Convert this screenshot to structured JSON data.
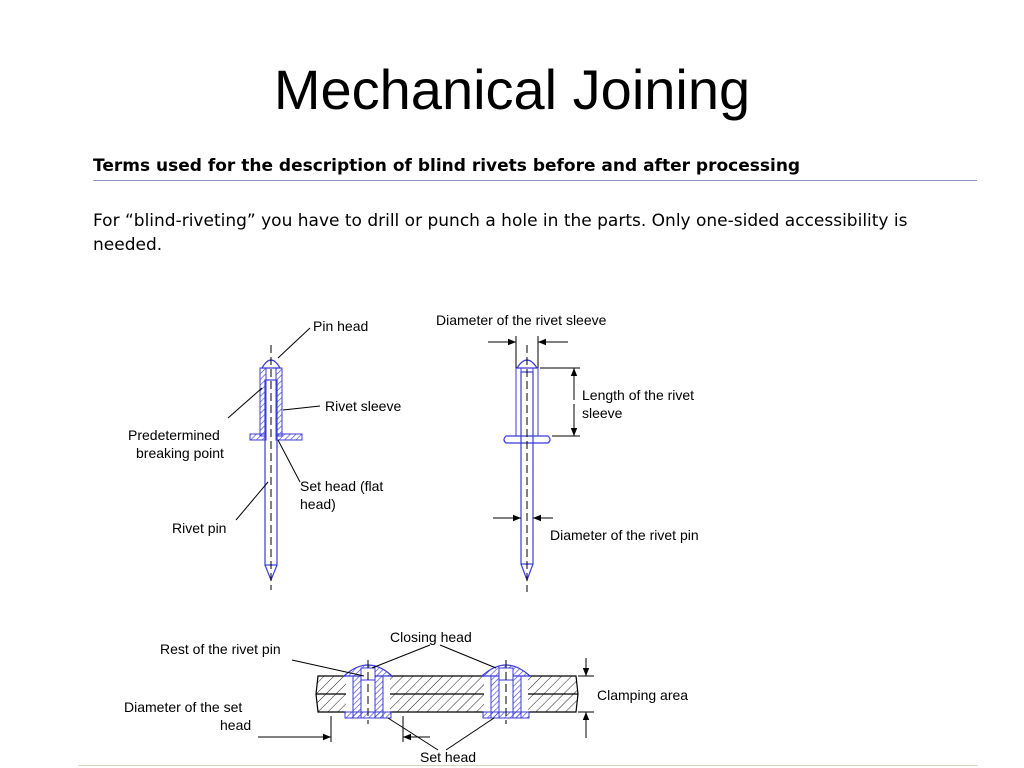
{
  "slide": {
    "title": "Mechanical Joining",
    "heading": "Terms used for the description of blind rivets before and after processing",
    "intro": "For “blind-riveting” you have to drill or punch a hole in the parts. Only one-sided accessibility is needed."
  },
  "diagram": {
    "labels": {
      "pin_head": "Pin head",
      "rivet_sleeve": "Rivet sleeve",
      "predetermined_1": "Predetermined",
      "predetermined_2": "breaking point",
      "set_head_1": "Set head (flat",
      "set_head_2": "head)",
      "rivet_pin": "Rivet pin",
      "diam_sleeve": "Diameter of the rivet sleeve",
      "length_sleeve_1": "Length of the rivet",
      "length_sleeve_2": "sleeve",
      "diam_pin": "Diameter of the rivet pin",
      "closing_head": "Closing head",
      "rest_pin": "Rest of the rivet pin",
      "diam_set_head_1": "Diameter of the set",
      "diam_set_head_2": "head",
      "clamping_area": "Clamping area",
      "set_head_bottom": "Set head"
    },
    "colors": {
      "outline": "#3b3bd9",
      "hatch": "#3b3bd9",
      "leader": "#000000"
    }
  }
}
